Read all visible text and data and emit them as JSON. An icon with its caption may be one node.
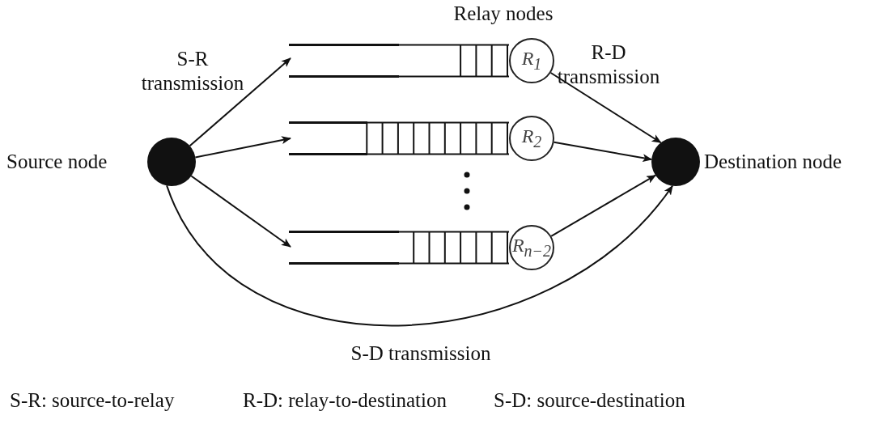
{
  "diagram": {
    "nodes": [
      {
        "text": [],
        "shape": "circle",
        "beside": [
          "Source node"
        ]
      },
      {
        "text": [],
        "shape": "circle",
        "beside": [
          "Destination node"
        ]
      },
      {
        "text": [],
        "shape": "box"
      },
      {
        "text": [],
        "shape": "box"
      },
      {
        "text": [],
        "shape": "box"
      },
      {
        "text": [
          "R$_{1}$"
        ]
      },
      {
        "text": [
          "R$_{2}$"
        ]
      },
      {
        "text": [
          "R$_{n−2}$"
        ]
      }
    ],
    "edges": [
      {
        "from": 0,
        "to": 2,
        "arrow": "to"
      },
      {
        "from": 0,
        "to": 3,
        "arrow": "to"
      },
      {
        "from": 0,
        "to": 4,
        "arrow": "to"
      },
      {
        "from": 5,
        "to": 1,
        "arrow": "to"
      },
      {
        "from": 6,
        "to": 1,
        "arrow": "to"
      },
      {
        "from": 7,
        "to": 1,
        "arrow": "to"
      },
      {
        "from": 0,
        "to": 1,
        "arrow": "to",
        "label": "S-D transmission"
      }
    ],
    "labels": [
      "Relay nodes",
      "S-R transmission",
      "R-D transmission",
      "S-R: source-to-relay",
      "R-D: relay-to-destination",
      "S-D: source-destination"
    ]
  }
}
